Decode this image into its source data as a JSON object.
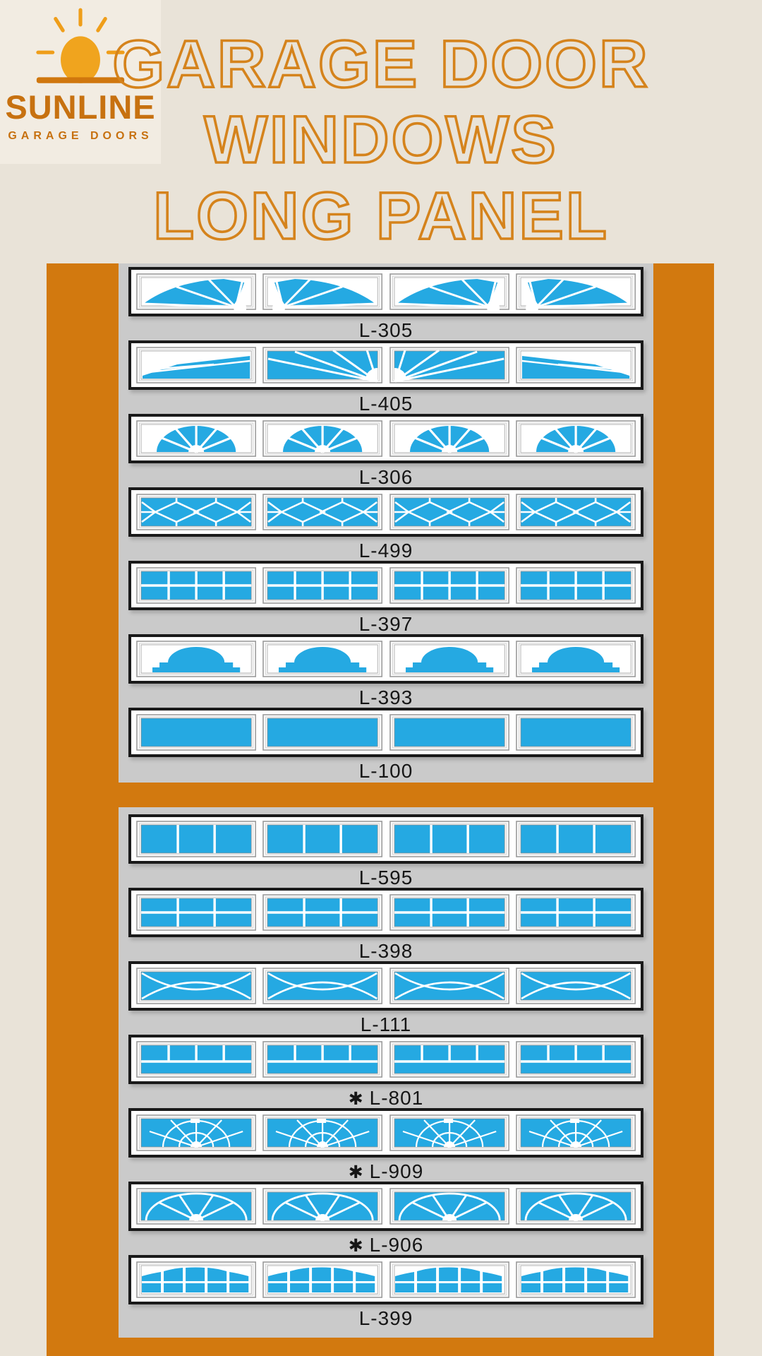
{
  "colors": {
    "background": "#e9e3d8",
    "logo_panel": "#f2ece2",
    "orange": "#d2790f",
    "title_outline": "#d5831c",
    "panel_gray": "#cacaca",
    "strip_border": "#1a1a1a",
    "window_blue": "#25a9e2",
    "label_text": "#161616",
    "logo_text": "#c77110",
    "sun_yellow": "#f0a41e",
    "sun_bar": "#d0770e"
  },
  "logo": {
    "brand": "SUNLINE",
    "tagline": "GARAGE DOORS",
    "sun_icon": "sun-over-horizon-icon"
  },
  "title": {
    "lines": [
      "GARAGE DOOR",
      "WINDOWS",
      "LONG PANEL"
    ]
  },
  "panels": [
    {
      "name": "panel-top",
      "rows": [
        {
          "label": "L-305",
          "design": "l305"
        },
        {
          "label": "L-405",
          "design": "l405"
        },
        {
          "label": "L-306",
          "design": "l306"
        },
        {
          "label": "L-499",
          "design": "l499"
        },
        {
          "label": "L-397",
          "design": "l397"
        },
        {
          "label": "L-393",
          "design": "l393"
        },
        {
          "label": "L-100",
          "design": "l100"
        }
      ]
    },
    {
      "name": "panel-bottom",
      "rows": [
        {
          "label": "L-595",
          "design": "l595"
        },
        {
          "label": "L-398",
          "design": "l398"
        },
        {
          "label": "L-111",
          "design": "l111"
        },
        {
          "label": "L-801",
          "design": "l801",
          "star": "✱"
        },
        {
          "label": "L-909",
          "design": "l909",
          "star": "✱"
        },
        {
          "label": "L-906",
          "design": "l906",
          "star": "✱"
        },
        {
          "label": "L-399",
          "design": "l399"
        }
      ]
    }
  ]
}
